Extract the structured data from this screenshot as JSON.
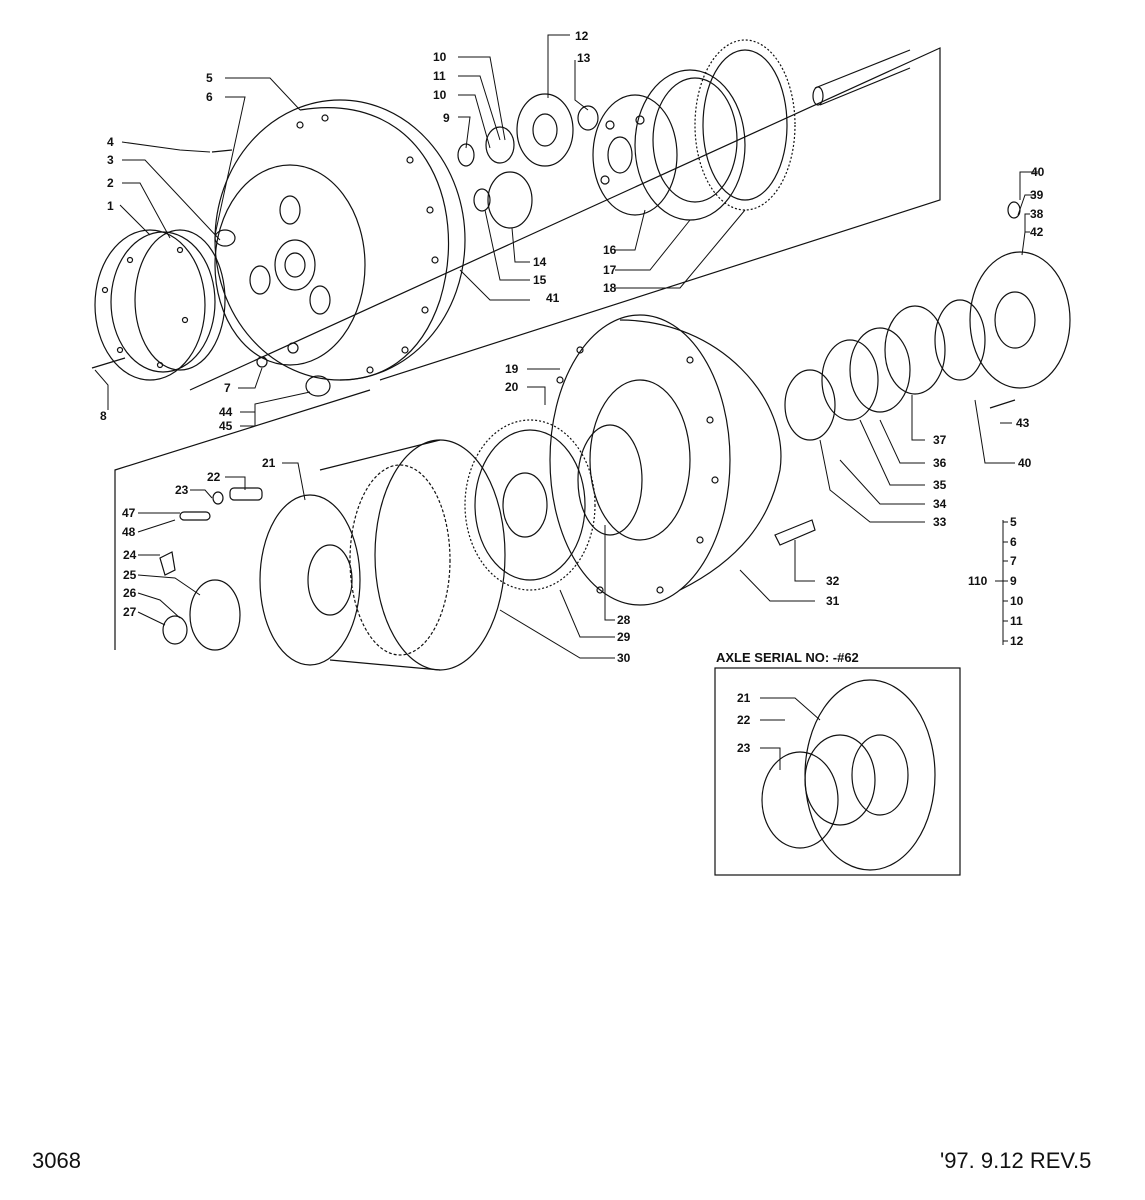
{
  "page": {
    "id": "3068",
    "revision": "'97. 9.12  REV.5"
  },
  "inset": {
    "title": "AXLE SERIAL NO: -#62",
    "labels": [
      "21",
      "22",
      "23"
    ]
  },
  "group": {
    "label": "110",
    "items": [
      "5",
      "6",
      "7",
      "9",
      "10",
      "11",
      "12"
    ]
  },
  "callouts": [
    "1",
    "2",
    "3",
    "4",
    "5",
    "6",
    "7",
    "8",
    "9",
    "10",
    "11",
    "10",
    "12",
    "13",
    "14",
    "15",
    "16",
    "17",
    "18",
    "19",
    "20",
    "21",
    "22",
    "23",
    "24",
    "25",
    "26",
    "27",
    "28",
    "29",
    "30",
    "31",
    "32",
    "33",
    "34",
    "35",
    "36",
    "37",
    "38",
    "39",
    "40",
    "40",
    "41",
    "42",
    "43",
    "44",
    "45",
    "47",
    "48"
  ]
}
